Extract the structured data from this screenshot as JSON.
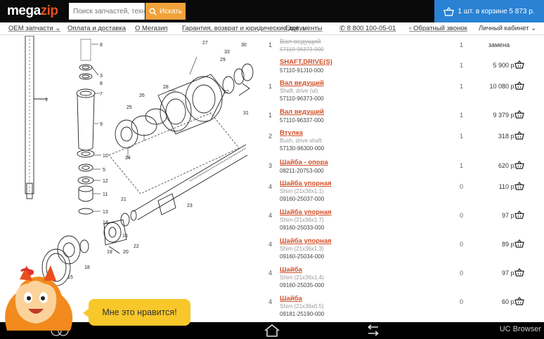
{
  "header": {
    "logo_mega": "mega",
    "logo_zip": "zip",
    "search_placeholder": "Поиск запчастей, техни",
    "search_button": "Искать",
    "cart_text": "1 шт. в корзине 5 873 р."
  },
  "nav": {
    "items": [
      {
        "label": "OEM запчасти",
        "dropdown": true
      },
      {
        "label": "Оплата и доставка"
      },
      {
        "label": "О Мегазип"
      },
      {
        "label": "Гарантия, возврат и юридические документы"
      },
      {
        "label": "Ещё",
        "dropdown": true
      },
      {
        "label": "8 800 100-05-01"
      },
      {
        "label": "Обратный звонок"
      },
      {
        "label": "Личный кабинет",
        "dropdown": true
      }
    ]
  },
  "diagram": {
    "callouts": [
      "8",
      "3",
      "8",
      "7",
      "1",
      "9",
      "10",
      "5",
      "12",
      "11",
      "13",
      "14",
      "19",
      "18",
      "15",
      "16",
      "17",
      "20",
      "21",
      "22",
      "23",
      "24",
      "25",
      "26",
      "27",
      "28",
      "29",
      "30",
      "31",
      "32",
      "33"
    ]
  },
  "parts": [
    {
      "idx": "1",
      "name": "Вал ведущий",
      "desc": "",
      "code": "57110-96373-000",
      "qty": "1",
      "price": "замена",
      "replaced": true
    },
    {
      "idx": "",
      "name": "SHAFT,DRIVE(S)",
      "desc": "",
      "code": "57110-91J10-000",
      "qty": "1",
      "price": "5 900 р."
    },
    {
      "idx": "1",
      "name": "Вал ведущий",
      "desc": "Shaft, drive (ul)",
      "code": "57110-96373-000",
      "qty": "1",
      "price": "10 080 р."
    },
    {
      "idx": "1",
      "name": "Вал ведущий",
      "desc": "",
      "code": "57110-96337-000",
      "qty": "1",
      "price": "9 379 р."
    },
    {
      "idx": "2",
      "name": "Втулка",
      "desc": "Bush, drive shaft",
      "code": "57130-96300-000",
      "qty": "1",
      "price": "318 р."
    },
    {
      "idx": "3",
      "name": "Шайба - опора",
      "desc": "",
      "code": "08211-20753-000",
      "qty": "1",
      "price": "620 р."
    },
    {
      "idx": "4",
      "name": "Шайба упорная",
      "desc": "Shim (21x36x1.1)",
      "code": "09160-25037-000",
      "qty": "0",
      "price": "110 р."
    },
    {
      "idx": "4",
      "name": "Шайба упорная",
      "desc": "Shim (21x36x1.7)",
      "code": "09160-25033-000",
      "qty": "0",
      "price": "97 р."
    },
    {
      "idx": "4",
      "name": "Шайба упорная",
      "desc": "Shim (21x36x1.3)",
      "code": "09160-25034-000",
      "qty": "0",
      "price": "89 р."
    },
    {
      "idx": "4",
      "name": "Шайба",
      "desc": "Shim (21x36x1.4)",
      "code": "09160-25035-000",
      "qty": "0",
      "price": "97 р."
    },
    {
      "idx": "4",
      "name": "Шайба",
      "desc": "Shim (21x36x0.5)",
      "code": "09181-25190-000",
      "qty": "0",
      "price": "60 р."
    }
  ],
  "tooltip": {
    "text": "Мне это нравится!"
  },
  "system": {
    "browser": "UC Browser"
  },
  "colors": {
    "accent": "#e8501e",
    "search_button": "#f2a23a",
    "cart": "#2a82d4",
    "link": "#d2502a",
    "tooltip": "#f8c72a"
  }
}
